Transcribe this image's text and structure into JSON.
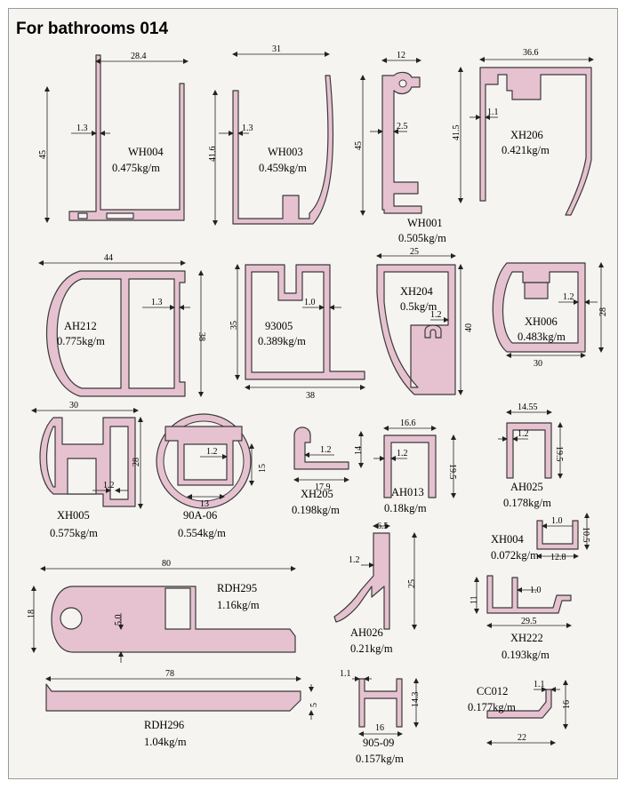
{
  "title": "For bathrooms 014",
  "profiles": [
    {
      "code": "WH004",
      "weight": "0.475kg/m",
      "dims": [
        "28.4",
        "45",
        "1.3"
      ]
    },
    {
      "code": "WH003",
      "weight": "0.459kg/m",
      "dims": [
        "31",
        "41.6",
        "1.3"
      ]
    },
    {
      "code": "WH001",
      "weight": "0.505kg/m",
      "dims": [
        "12",
        "45",
        "2.5"
      ]
    },
    {
      "code": "XH206",
      "weight": "0.421kg/m",
      "dims": [
        "36.6",
        "41.5",
        "1.1"
      ]
    },
    {
      "code": "AH212",
      "weight": "0.775kg/m",
      "dims": [
        "44",
        "38",
        "1.3"
      ]
    },
    {
      "code": "93005",
      "weight": "0.389kg/m",
      "dims": [
        "35",
        "38",
        "1.0"
      ]
    },
    {
      "code": "XH204",
      "weight": "0.5kg/m",
      "dims": [
        "25",
        "40",
        "1.2"
      ]
    },
    {
      "code": "XH006",
      "weight": "0.483kg/m",
      "dims": [
        "30",
        "28",
        "1.2"
      ]
    },
    {
      "code": "XH005",
      "weight": "0.575kg/m",
      "dims": [
        "30",
        "28",
        "1.2"
      ]
    },
    {
      "code": "90A-06",
      "weight": "0.554kg/m",
      "dims": [
        "13",
        "15",
        "1.2"
      ]
    },
    {
      "code": "XH205",
      "weight": "0.198kg/m",
      "dims": [
        "17.9",
        "14",
        "1.2"
      ]
    },
    {
      "code": "AH013",
      "weight": "0.18kg/m",
      "dims": [
        "16.6",
        "19.5",
        "1.2"
      ]
    },
    {
      "code": "AH025",
      "weight": "0.178kg/m",
      "dims": [
        "14.55",
        "19.5",
        "1.2"
      ]
    },
    {
      "code": "XH004",
      "weight": "0.072kg/m",
      "dims": [
        "12.8",
        "10.5",
        "1.0"
      ]
    },
    {
      "code": "RDH295",
      "weight": "1.16kg/m",
      "dims": [
        "80",
        "18",
        "5.0"
      ]
    },
    {
      "code": "AH026",
      "weight": "0.21kg/m",
      "dims": [
        "6.5",
        "25",
        "1.2"
      ]
    },
    {
      "code": "XH222",
      "weight": "0.193kg/m",
      "dims": [
        "29.5",
        "11",
        "1.0"
      ]
    },
    {
      "code": "RDH296",
      "weight": "1.04kg/m",
      "dims": [
        "78",
        "5"
      ]
    },
    {
      "code": "905-09",
      "weight": "0.157kg/m",
      "dims": [
        "16",
        "14.3",
        "1.1"
      ]
    },
    {
      "code": "CC012",
      "weight": "0.177kg/m",
      "dims": [
        "22",
        "16",
        "1.1"
      ]
    }
  ],
  "colors": {
    "profile_fill": "#e6c2d0",
    "profile_stroke": "#3a3a3a",
    "background": "#f6f4f1"
  }
}
